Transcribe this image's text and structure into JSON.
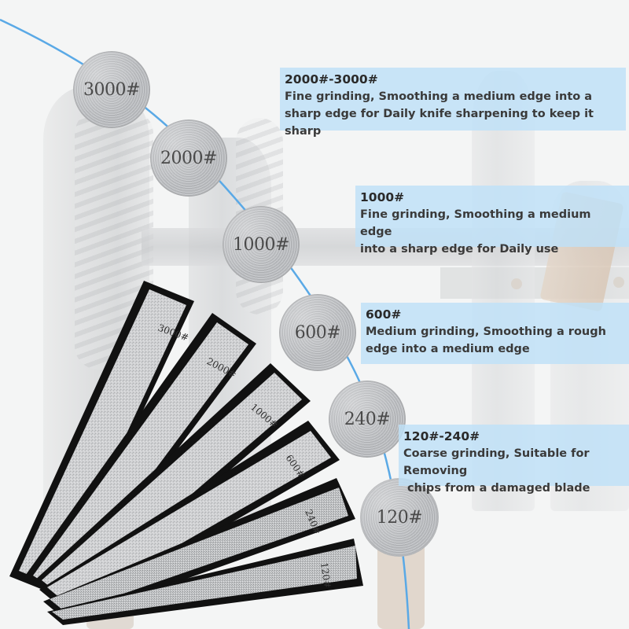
{
  "discs": [
    {
      "label": "3000#"
    },
    {
      "label": "2000#"
    },
    {
      "label": "1000#"
    },
    {
      "label": "600#"
    },
    {
      "label": "240#"
    },
    {
      "label": "120#"
    }
  ],
  "stones": [
    {
      "label": "3000#"
    },
    {
      "label": "2000#"
    },
    {
      "label": "1000#"
    },
    {
      "label": "600#"
    },
    {
      "label": "240#"
    },
    {
      "label": "120#"
    }
  ],
  "info": [
    {
      "heading": "2000#-3000#",
      "line1": "Fine grinding, Smoothing a medium edge into a",
      "line2": "sharp edge for Daily knife sharpening to keep it sharp"
    },
    {
      "heading": "1000#",
      "line1": "Fine grinding, Smoothing a medium edge",
      "line2": "into a sharp edge for Daily use"
    },
    {
      "heading": "600#",
      "line1": "Medium grinding, Smoothing a rough",
      "line2": "edge into a medium edge"
    },
    {
      "heading": "120#-240#",
      "line1": "Coarse grinding, Suitable for Removing",
      "line2": " chips from a damaged blade"
    }
  ],
  "colors": {
    "arc": "#5aa9e6",
    "info_bg": "#bee1f8",
    "stone_border": "#111111"
  }
}
